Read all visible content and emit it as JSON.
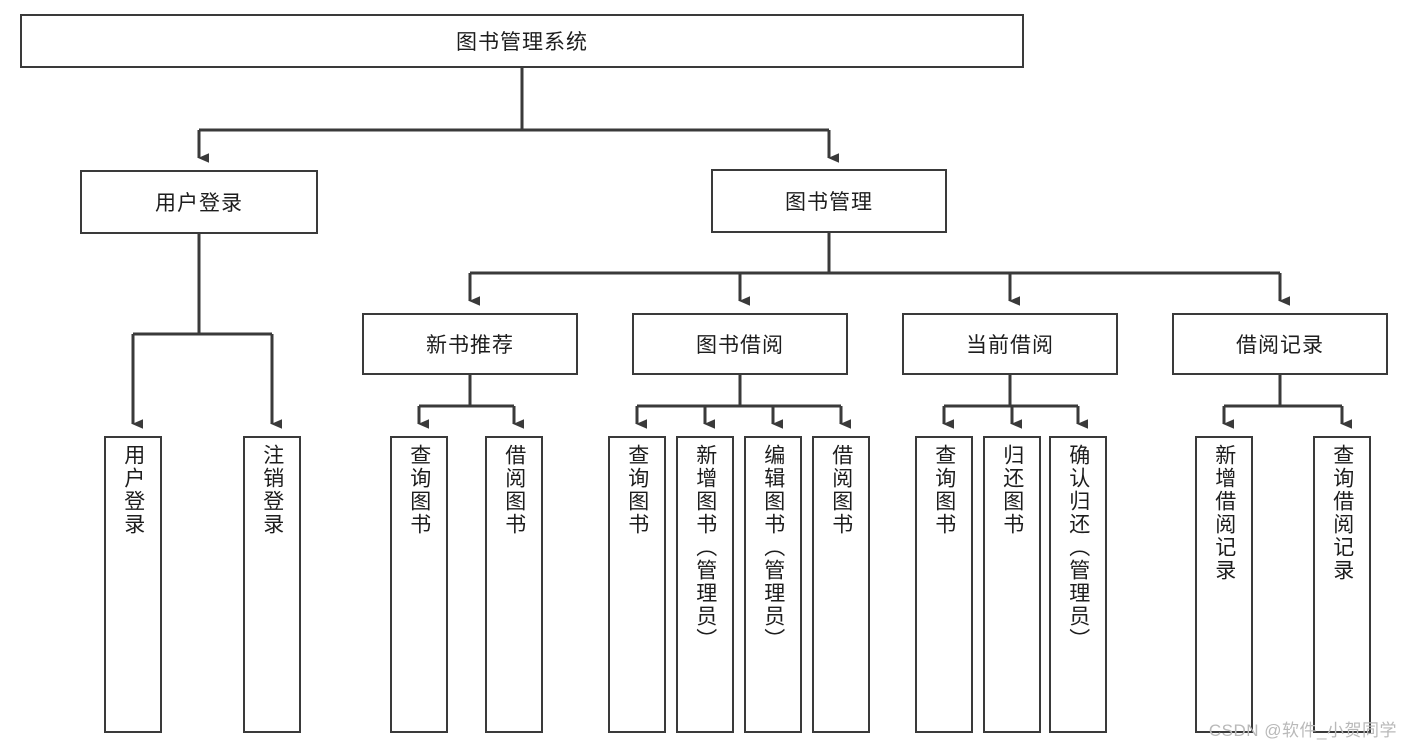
{
  "diagram": {
    "type": "tree-hierarchy-chart",
    "title": "图书管理系统",
    "line_color": "#3a3a3a",
    "box_fill": "#ffffff",
    "text_color": "#1d1d1d",
    "root": {
      "label": "图书管理系统"
    },
    "level2": [
      {
        "label": "用户登录"
      },
      {
        "label": "图书管理"
      }
    ],
    "level3": [
      {
        "label": "新书推荐"
      },
      {
        "label": "图书借阅"
      },
      {
        "label": "当前借阅"
      },
      {
        "label": "借阅记录"
      }
    ],
    "leaves": {
      "user_login": [
        {
          "label": "用户登录"
        },
        {
          "label": "注销登录"
        }
      ],
      "new_book_recommend": [
        {
          "label": "查询图书"
        },
        {
          "label": "借阅图书"
        }
      ],
      "book_borrow": [
        {
          "label": "查询图书"
        },
        {
          "label": "新增图书（管理员）"
        },
        {
          "label": "编辑图书（管理员）"
        },
        {
          "label": "借阅图书"
        }
      ],
      "current_borrow": [
        {
          "label": "查询图书"
        },
        {
          "label": "归还图书"
        },
        {
          "label": "确认归还（管理员）"
        }
      ],
      "borrow_record": [
        {
          "label": "新增借阅记录"
        },
        {
          "label": "查询借阅记录"
        }
      ]
    }
  },
  "watermark": {
    "text": "CSDN @软件_小贺同学",
    "color": "#b9b9b9"
  }
}
